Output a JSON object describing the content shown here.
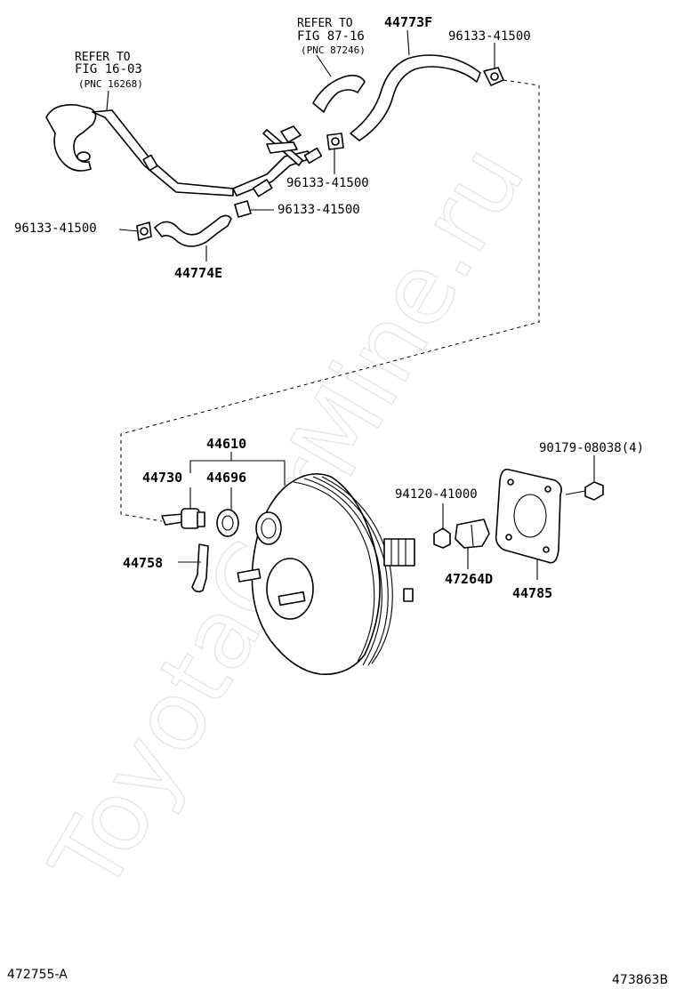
{
  "watermark": "ToyotaCarMine.ru",
  "references": [
    {
      "line1": "REFER TO",
      "line2": "FIG 16-03",
      "line3": "(PNC 16268)"
    },
    {
      "line1": "REFER TO",
      "line2": "FIG 87-16",
      "line3": "(PNC 87246)"
    }
  ],
  "parts": {
    "p44773F": "44773F",
    "p96133_top": "96133-41500",
    "p96133_mid": "96133-41500",
    "p96133_low": "96133-41500",
    "p96133_left": "96133-41500",
    "p44774E": "44774E",
    "p44610": "44610",
    "p44730": "44730",
    "p44696": "44696",
    "p44758": "44758",
    "p94120": "94120-41000",
    "p47264D": "47264D",
    "p90179": "90179-08038(4)",
    "p44785": "44785"
  },
  "footer": {
    "left": "472755-A",
    "right": "473863B"
  }
}
